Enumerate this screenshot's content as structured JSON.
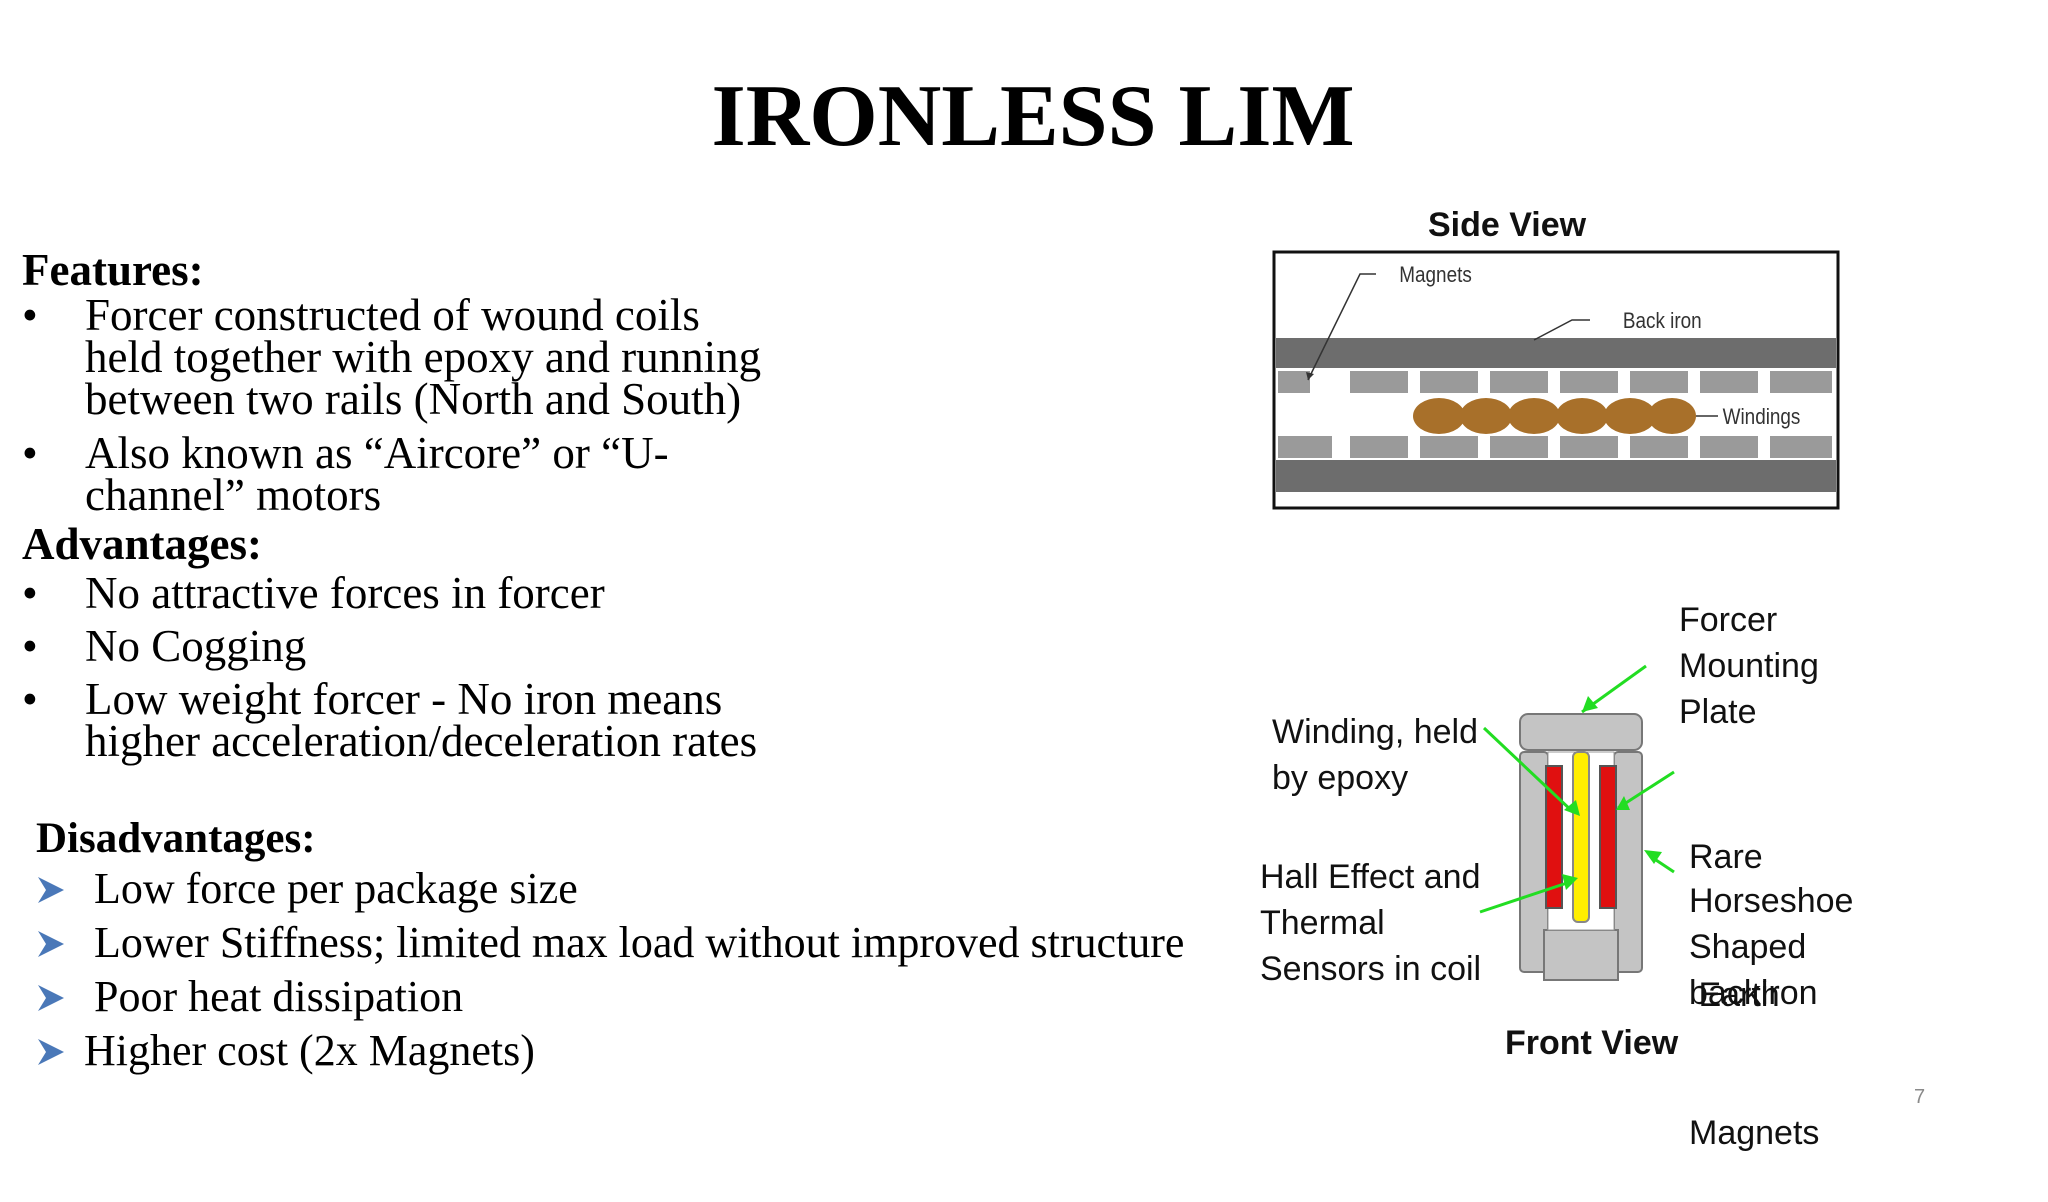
{
  "title": "IRONLESS LIM",
  "features": {
    "heading": "Features:",
    "bullets": [
      [
        "Forcer constructed of wound coils",
        "held together with epoxy and running",
        "between two rails (North and South)"
      ],
      [
        "Also known as “Aircore” or “U-",
        "channel” motors"
      ]
    ]
  },
  "advantages": {
    "heading": "Advantages:",
    "bullets": [
      [
        "No attractive forces in forcer"
      ],
      [
        "No Cogging"
      ],
      [
        "Low weight forcer - No iron means",
        "higher acceleration/deceleration rates"
      ]
    ]
  },
  "disadvantages": {
    "heading": "Disadvantages:",
    "items": [
      "Low force per package size",
      "Lower Stiffness; limited max load without improved structure",
      "Poor heat dissipation",
      "Higher cost (2x Magnets)"
    ]
  },
  "side_view": {
    "title": "Side View",
    "labels": {
      "magnets": "Magnets",
      "back_iron": "Back iron",
      "windings": "Windings"
    }
  },
  "front_view": {
    "title": "Front View",
    "labels": {
      "forcer_mounting_plate": [
        "Forcer",
        "Mounting",
        "Plate"
      ],
      "winding_epoxy": [
        "Winding, held",
        "by epoxy"
      ],
      "rare_earth": [
        "Rare",
        " Earth",
        "Magnets"
      ],
      "hall_effect": [
        "Hall Effect and",
        "Thermal",
        "Sensors in coil"
      ],
      "horseshoe": [
        "Horseshoe",
        "Shaped",
        "backiron"
      ]
    }
  },
  "colors": {
    "arrow_green": "#22dd22",
    "magnet_red": "#e01010",
    "coil_yellow": "#ffee00",
    "winding_brown": "#a8702a",
    "bullet_arrow": "#4a78b8"
  },
  "page_number": "7"
}
